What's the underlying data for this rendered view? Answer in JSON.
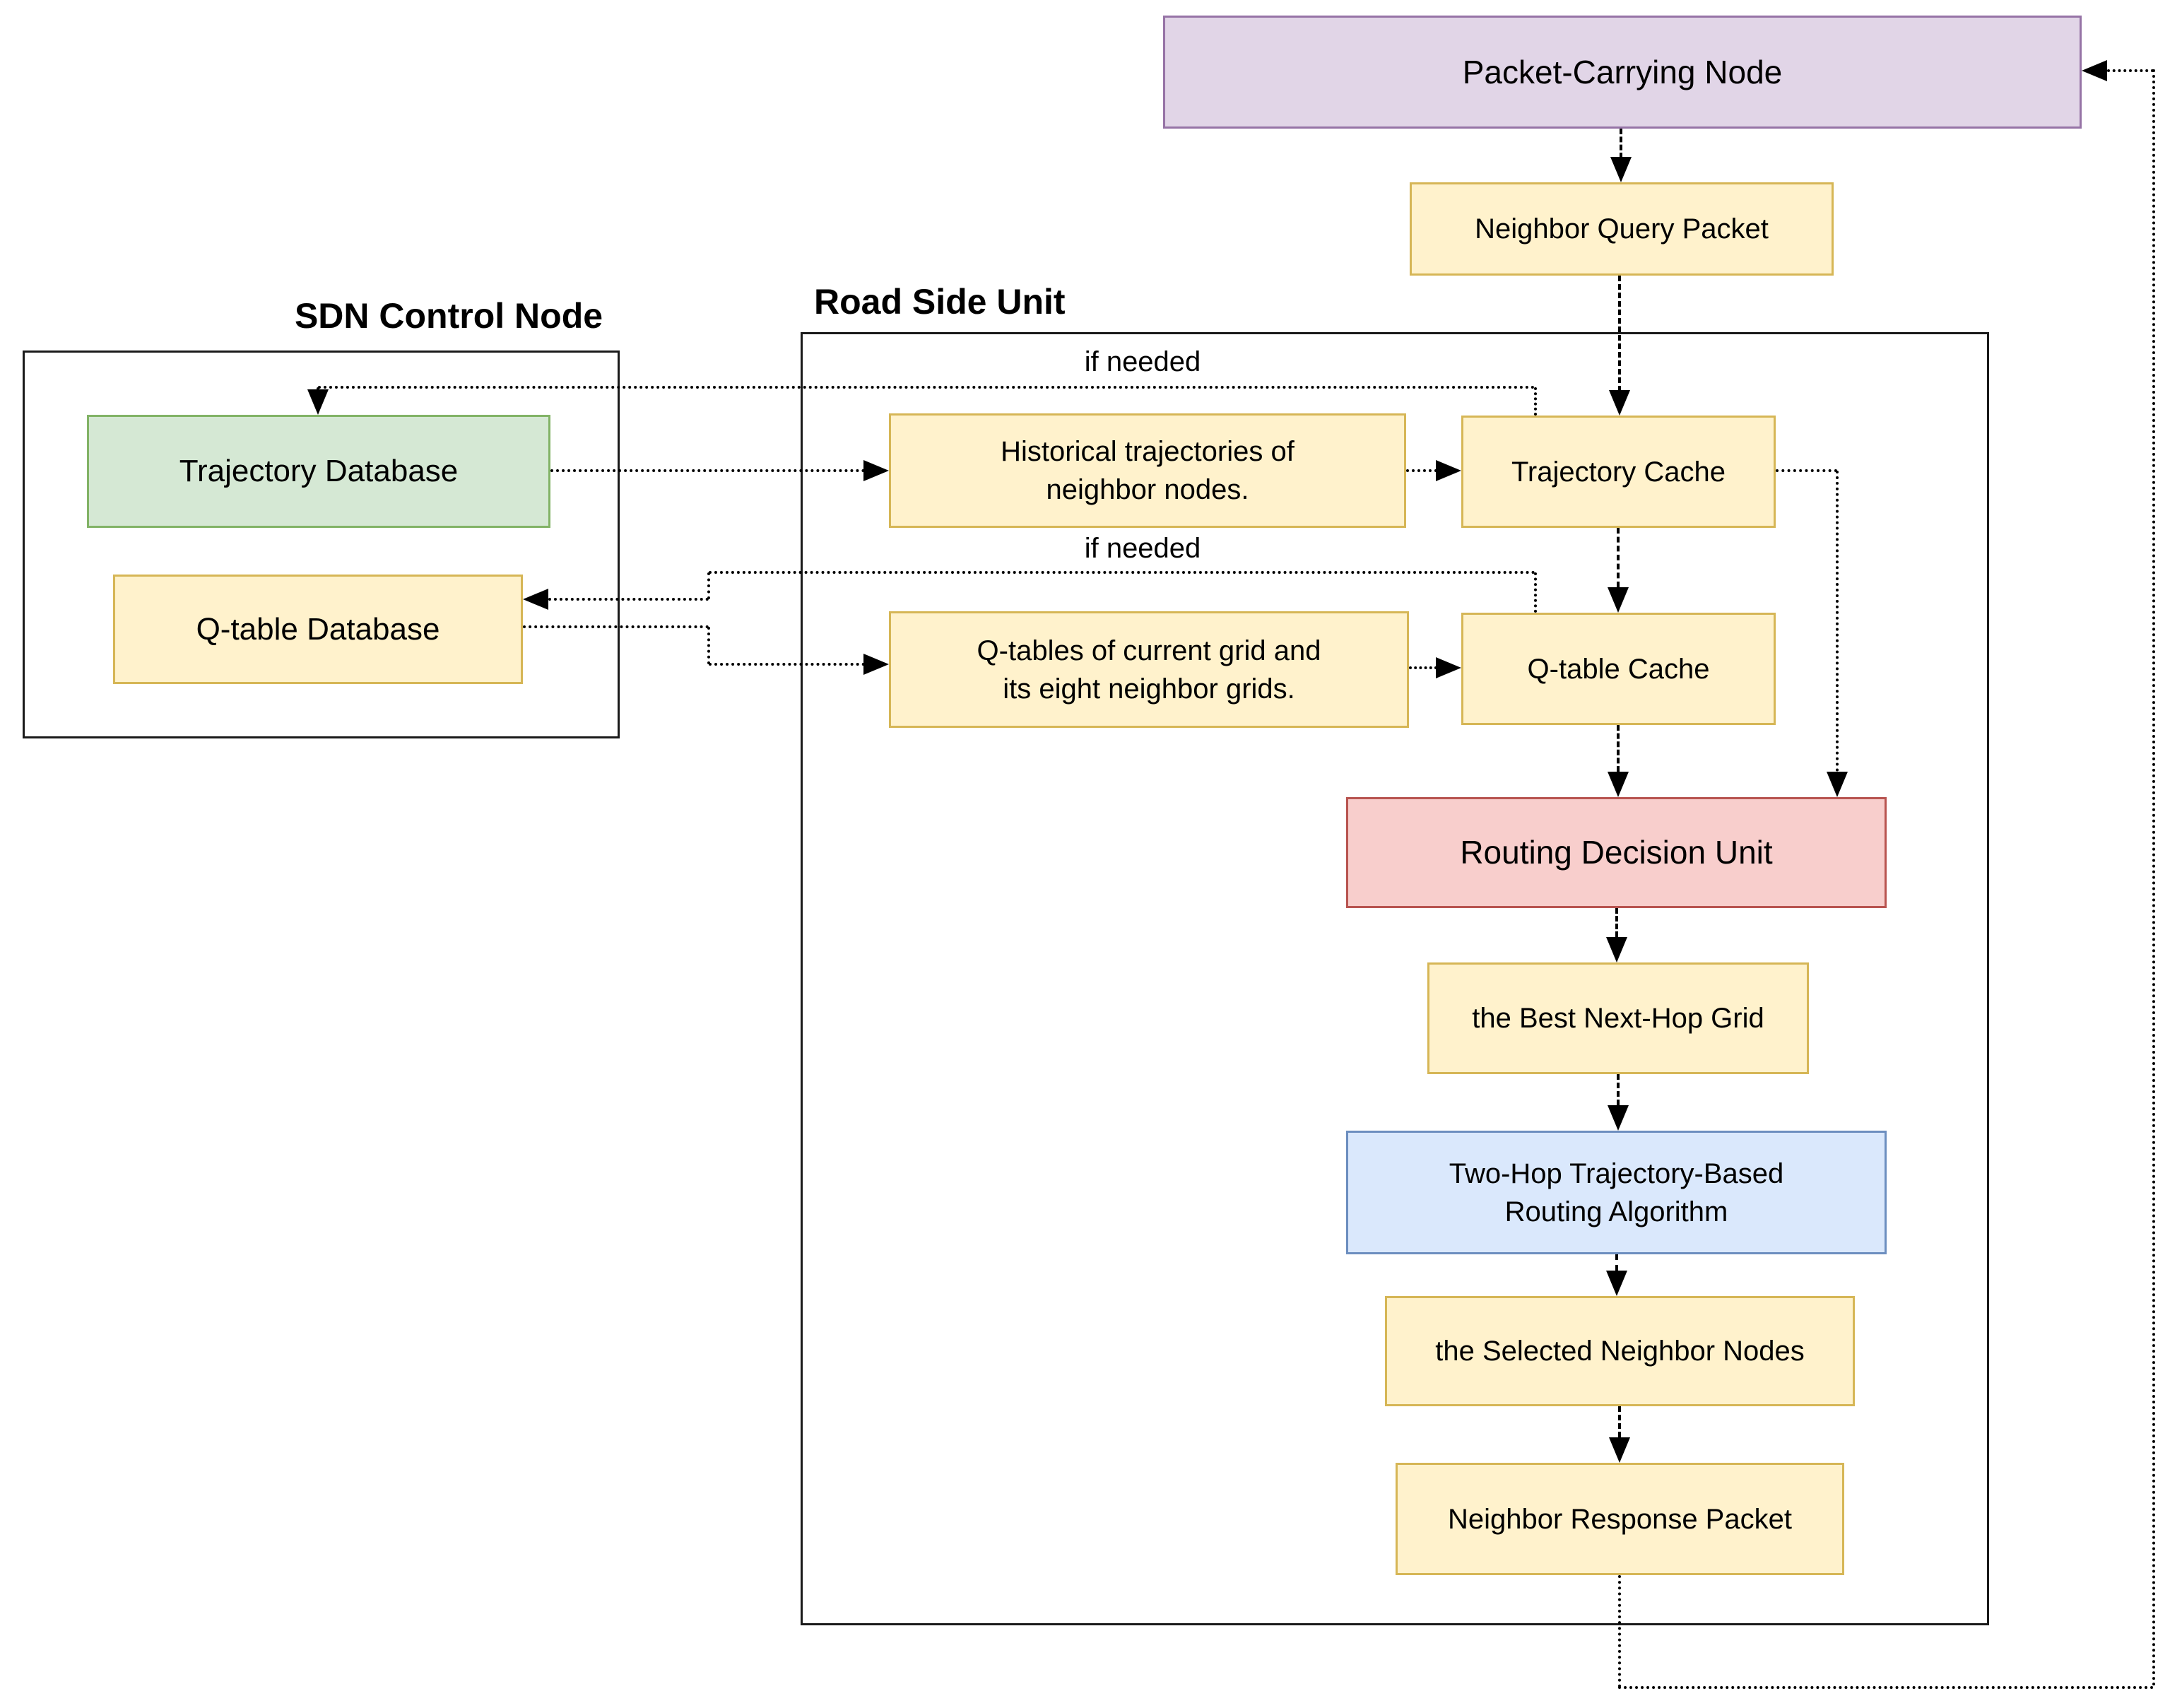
{
  "groups": {
    "sdn": {
      "label": "SDN Control Node"
    },
    "rsu": {
      "label": "Road Side Unit"
    }
  },
  "nodes": {
    "packet_carrying_node": {
      "label": "Packet-Carrying Node"
    },
    "neighbor_query_packet": {
      "label": "Neighbor Query Packet"
    },
    "trajectory_database": {
      "label": "Trajectory Database"
    },
    "q_table_database": {
      "label": "Q-table Database"
    },
    "historical_trajectories": {
      "label": "Historical trajectories of\nneighbor nodes."
    },
    "trajectory_cache": {
      "label": "Trajectory Cache"
    },
    "q_tables_grid": {
      "label": "Q-tables of current grid and\nits eight neighbor grids."
    },
    "q_table_cache": {
      "label": "Q-table Cache"
    },
    "routing_decision_unit": {
      "label": "Routing Decision Unit"
    },
    "best_next_hop_grid": {
      "label": "the Best Next-Hop Grid"
    },
    "two_hop_algorithm": {
      "label": "Two-Hop Trajectory-Based\nRouting Algorithm"
    },
    "selected_neighbor_nodes": {
      "label": "the Selected Neighbor Nodes"
    },
    "neighbor_response_packet": {
      "label": "Neighbor Response Packet"
    }
  },
  "edge_labels": {
    "if_needed_top": "if needed",
    "if_needed_bottom": "if needed"
  },
  "colors": {
    "purple_fill": "#E1D5E7",
    "purple_stroke": "#9673A6",
    "yellow_fill": "#FFF2CC",
    "yellow_stroke": "#D6B656",
    "green_fill": "#D5E8D4",
    "green_stroke": "#82B366",
    "red_fill": "#F8CECC",
    "red_stroke": "#B85450",
    "blue_fill": "#DAE8FC",
    "blue_stroke": "#6C8EBF",
    "line": "#000000"
  }
}
